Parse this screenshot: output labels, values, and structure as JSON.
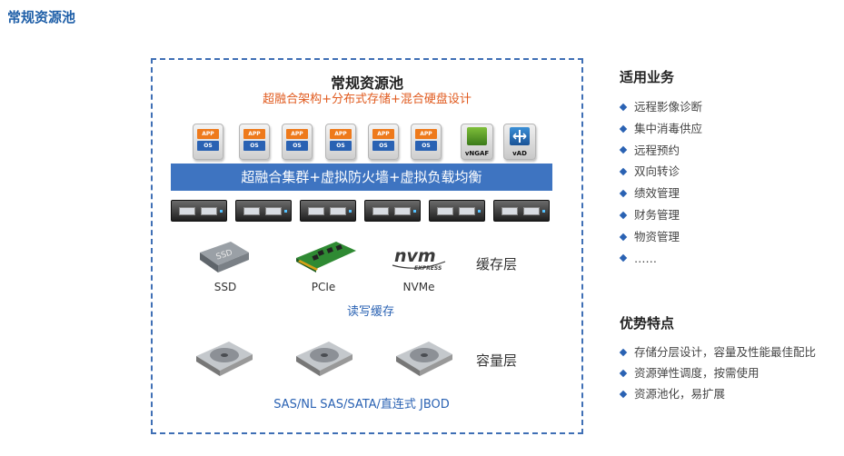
{
  "page_title": "常规资源池",
  "diagram": {
    "title": "常规资源池",
    "subtitle": "超融合架构+分布式存储+混合硬盘设计",
    "vm_app_label": "APP",
    "vm_os_label": "OS",
    "vm_count": 6,
    "vfunctions": [
      "vNGAF",
      "vAD"
    ],
    "cluster_bar": "超融合集群+虚拟防火墙+虚拟负载均衡",
    "server_count": 6,
    "cache_devices": [
      "SSD",
      "PCIe",
      "NVMe"
    ],
    "ssd_icon_text": "SSD",
    "nvm_logo": {
      "main": "nvm",
      "sub": "EXPRESS"
    },
    "cache_layer_label": "缓存层",
    "cache_caption": "读写缓存",
    "capacity_layer_label": "容量层",
    "capacity_caption": "SAS/NL SAS/SATA/直连式 JBOD"
  },
  "applicable": {
    "title": "适用业务",
    "items": [
      "远程影像诊断",
      "集中消毒供应",
      "远程预约",
      "双向转诊",
      "绩效管理",
      "财务管理",
      "物资管理",
      "……"
    ]
  },
  "advantages": {
    "title": "优势特点",
    "items": [
      "存储分层设计，容量及性能最佳配比",
      "资源弹性调度，按需使用",
      "资源池化，易扩展"
    ]
  },
  "colors": {
    "accent_blue": "#2a62b3",
    "orange": "#e05a1e",
    "bar_blue": "#3e74c1"
  }
}
